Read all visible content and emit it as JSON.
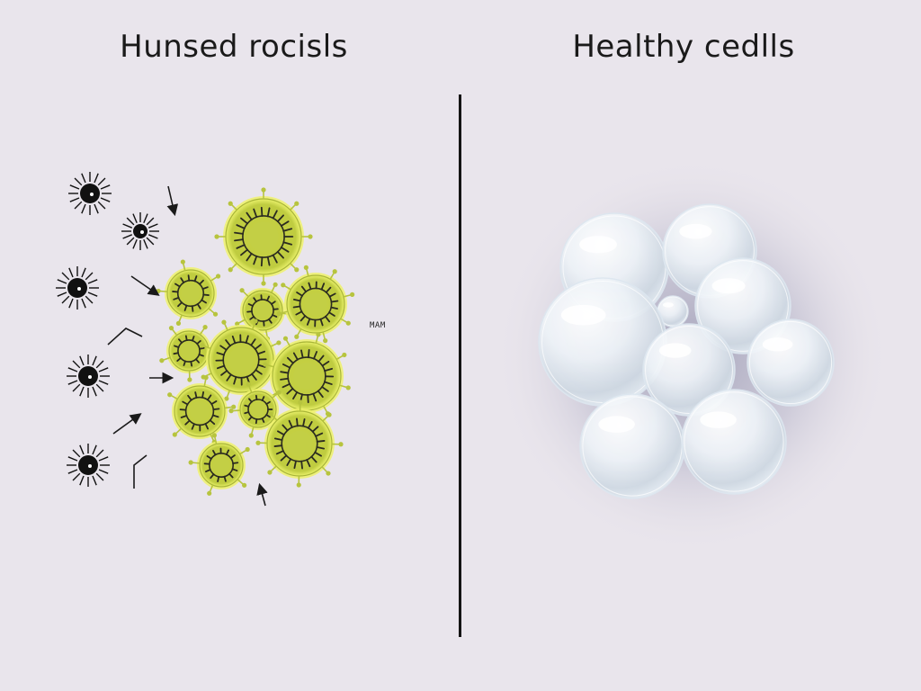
{
  "left_panel": {
    "title": "Hunsed rocisls",
    "small_label": "MAM",
    "colors": {
      "virus_fill": "#c4d24a",
      "virus_glow": "#eef26b",
      "virus_spike": "#2a2a20",
      "germ": "#111111"
    }
  },
  "right_panel": {
    "title": "Healthy cedlls",
    "colors": {
      "bubble": "#f4f8fc",
      "bubble_shade": "#c5d2de",
      "halo": "#8a8aa8"
    }
  },
  "divider": {
    "color": "#141414"
  }
}
